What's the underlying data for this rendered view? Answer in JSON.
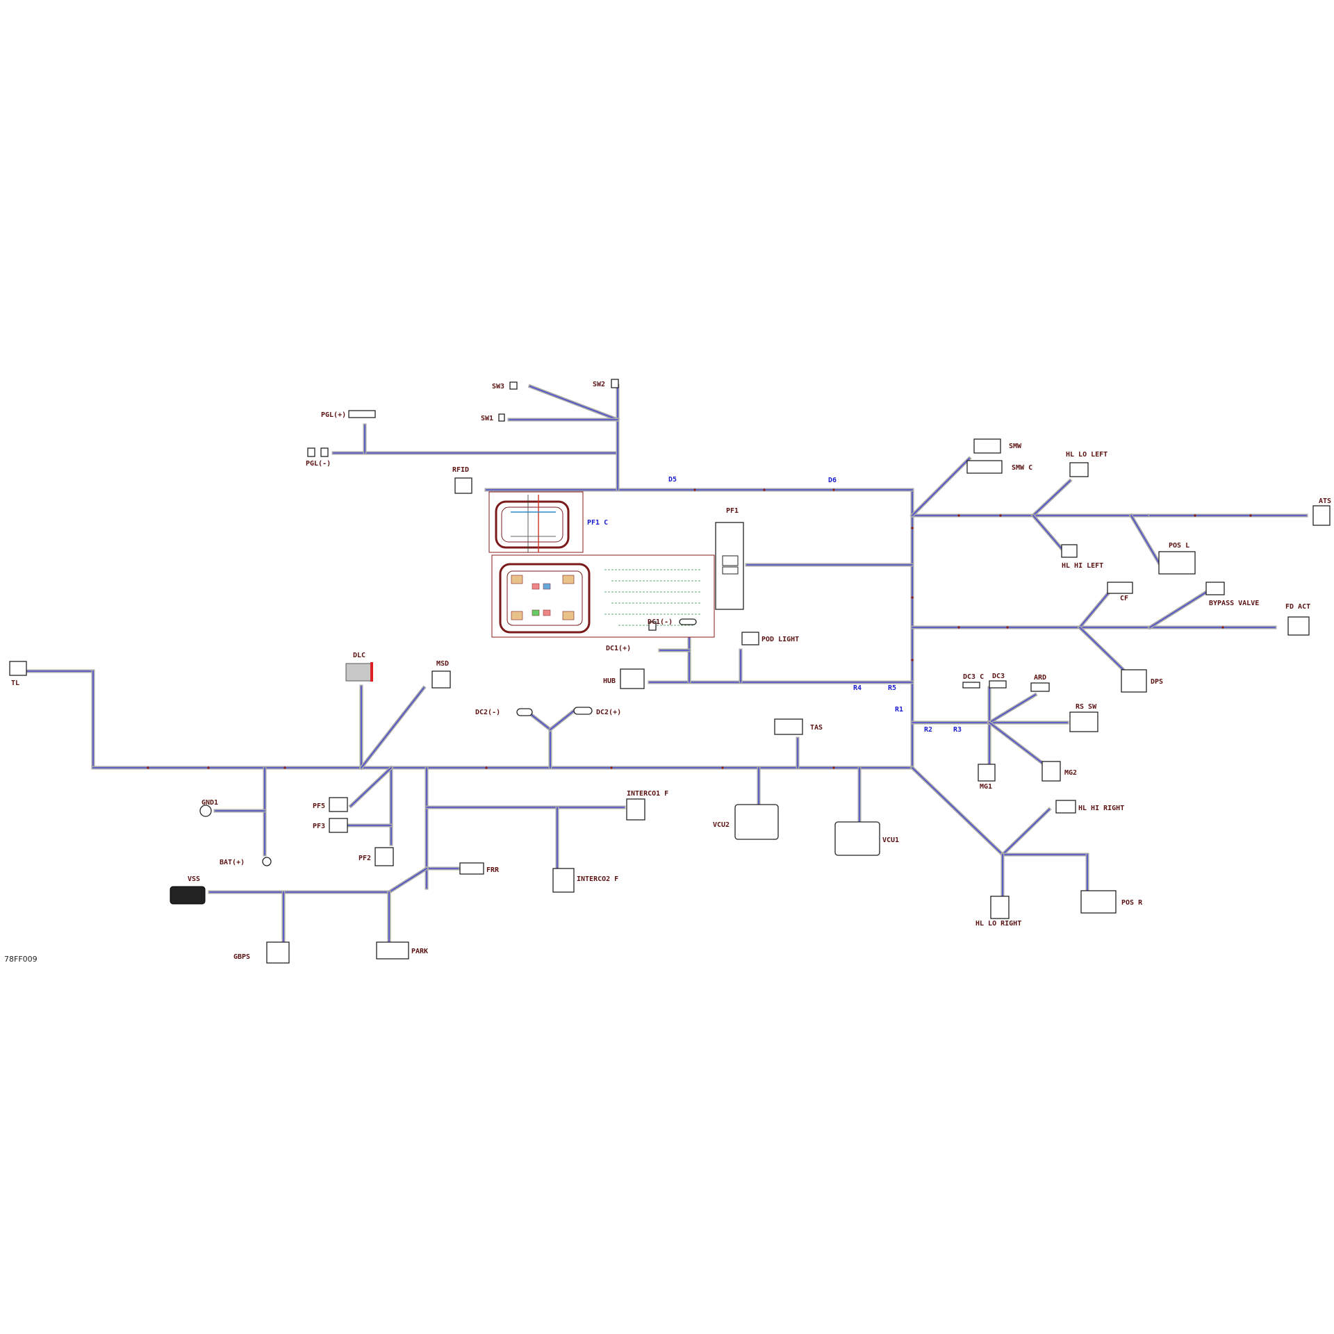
{
  "figure_id": "78FF009",
  "connectors": {
    "sw3": "SW3",
    "sw2": "SW2",
    "sw1": "SW1",
    "pgl_plus": "PGL(+)",
    "pgl_minus": "PGL(-)",
    "rfid": "RFID",
    "pf1": "PF1",
    "pf1c": "PF1 C",
    "dc1_minus": "DC1(-)",
    "dc1_plus": "DC1(+)",
    "pod_light": "POD LIGHT",
    "hub": "HUB",
    "tl": "TL",
    "dlc": "DLC",
    "msd": "MSD",
    "dc2_minus": "DC2(-)",
    "dc2_plus": "DC2(+)",
    "tas": "TAS",
    "gnd1": "GND1",
    "bat_plus": "BAT(+)",
    "pf5": "PF5",
    "pf3": "PF3",
    "pf2": "PF2",
    "interco1f": "INTERCO1 F",
    "interco2f": "INTERCO2 F",
    "vcu2": "VCU2",
    "vcu1": "VCU1",
    "frr": "FRR",
    "vss": "VSS",
    "park": "PARK",
    "gbps": "GBPS",
    "smw": "SMW",
    "smwc": "SMW C",
    "hl_lo_left": "HL LO LEFT",
    "hl_hi_left": "HL HI LEFT",
    "ats": "ATS",
    "pos_l": "POS L",
    "cf": "CF",
    "bypass_valve": "BYPASS VALVE",
    "fd_act": "FD ACT",
    "dps": "DPS",
    "dc3c": "DC3 C",
    "dc3": "DC3",
    "ard": "ARD",
    "rs_sw": "RS SW",
    "mg1": "MG1",
    "mg2": "MG2",
    "hl_hi_right": "HL HI RIGHT",
    "hl_lo_right": "HL LO RIGHT",
    "pos_r": "POS R"
  },
  "splices": {
    "d5": "D5",
    "d6": "D6",
    "r1": "R1",
    "r2": "R2",
    "r3": "R3",
    "r4": "R4",
    "r5": "R5"
  },
  "colors": {
    "wire": "#4b4bcf",
    "wire_sheath": "#a8a8a8",
    "label": "#5a1212",
    "splice_label": "#1a1ad0",
    "fuse_box": "#7a1a1a",
    "dlc_accent": "#e02020"
  }
}
